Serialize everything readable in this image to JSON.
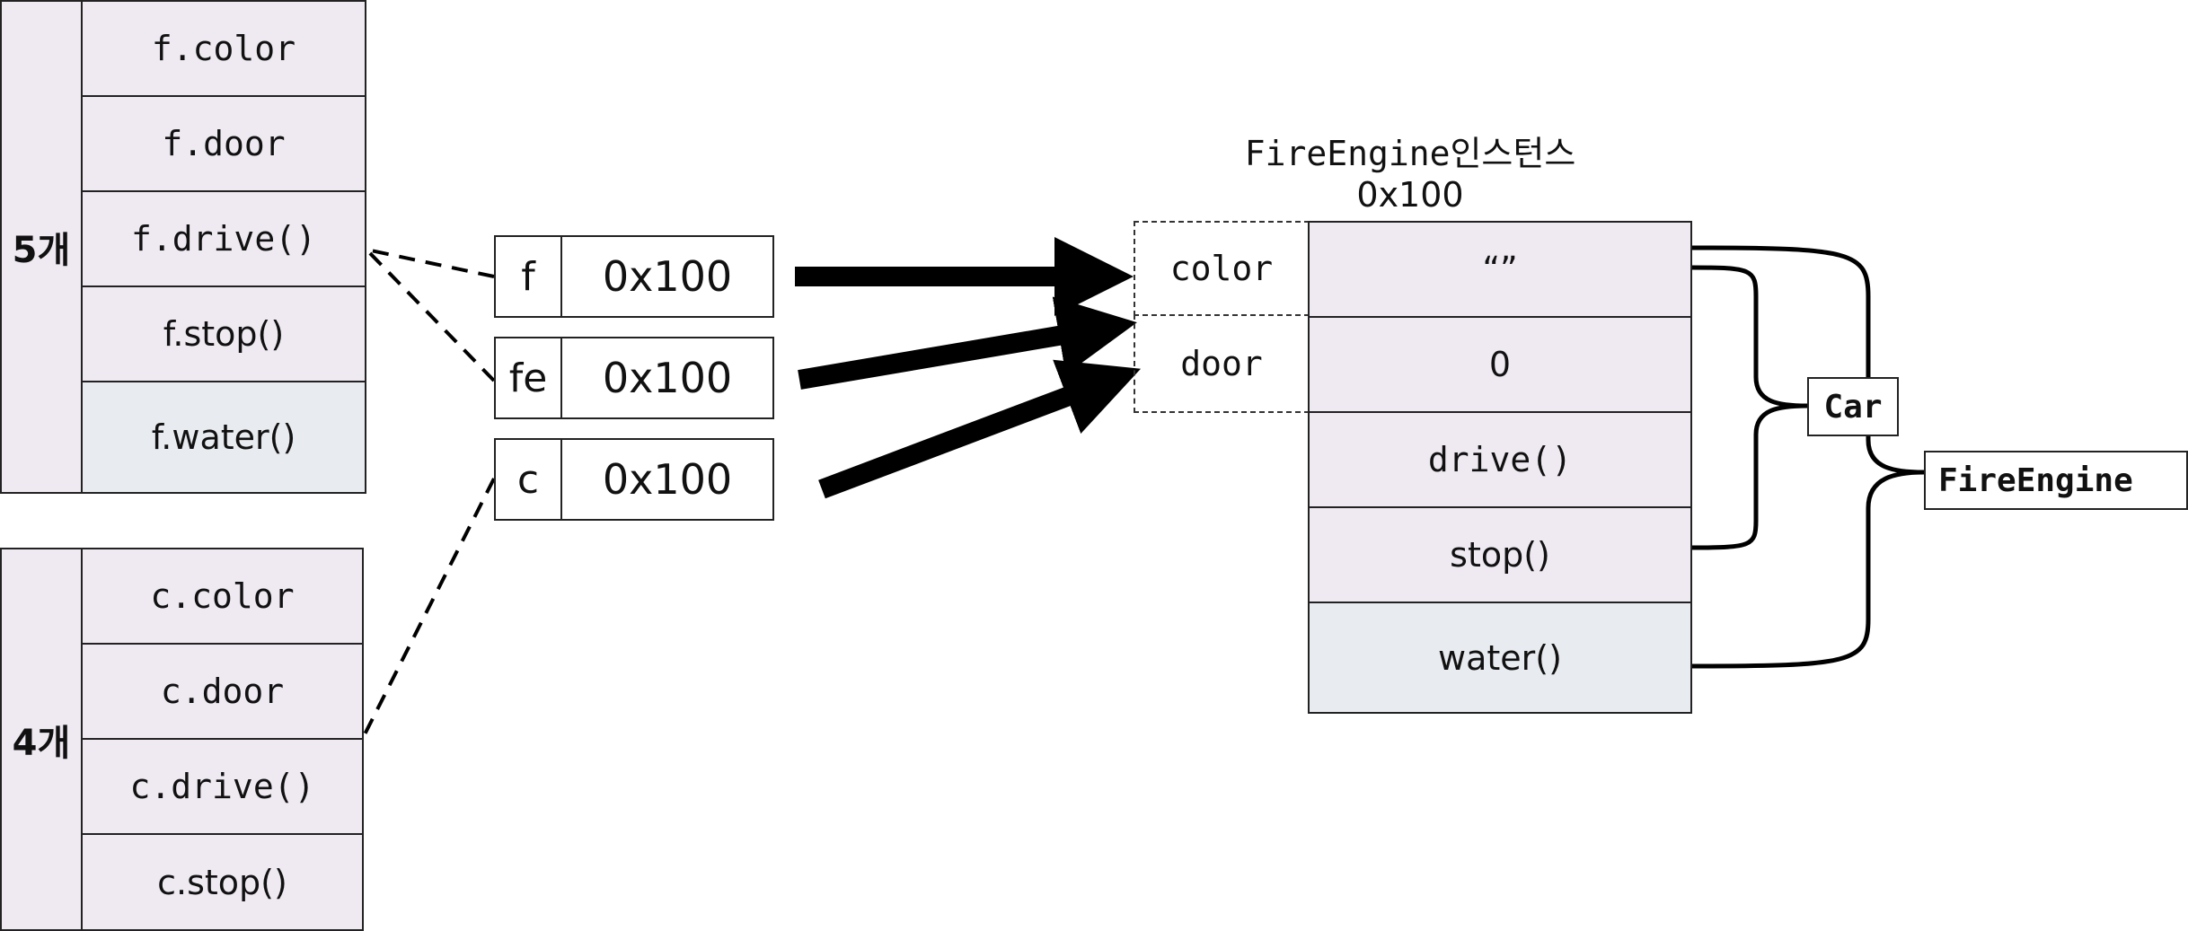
{
  "f_group": {
    "count_label": "5개",
    "members": [
      "f.color",
      "f.door",
      "f.drive()",
      "f.stop()",
      "f.water()"
    ]
  },
  "c_group": {
    "count_label": "4개",
    "members": [
      "c.color",
      "c.door",
      "c.drive()",
      "c.stop()"
    ]
  },
  "references": [
    {
      "name": "f",
      "value": "0x100"
    },
    {
      "name": "fe",
      "value": "0x100"
    },
    {
      "name": "c",
      "value": "0x100"
    }
  ],
  "instance": {
    "title": "FireEngine인스턴스",
    "address": "0x100",
    "fields": [
      {
        "name": "color",
        "value": "“”"
      },
      {
        "name": "door",
        "value": "0"
      }
    ],
    "methods": [
      "drive()",
      "stop()",
      "water()"
    ]
  },
  "classes": {
    "car": "Car",
    "fire_engine": "FireEngine"
  },
  "colors": {
    "member_fill": "#efe9f2",
    "subclass_member_fill": "#e8ebef",
    "line": "#000000"
  }
}
